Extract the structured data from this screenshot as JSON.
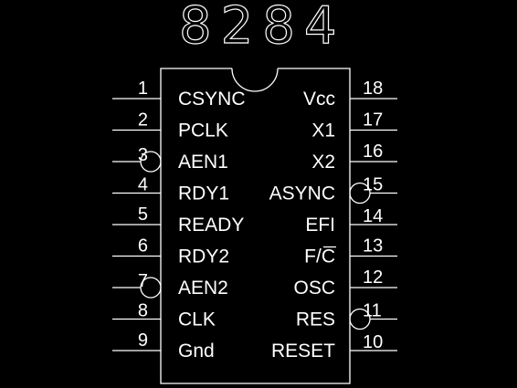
{
  "chip": {
    "title": "8284",
    "left_pins": [
      {
        "num": "1",
        "label": "CSYNC",
        "active_low": false
      },
      {
        "num": "2",
        "label": "PCLK",
        "active_low": false
      },
      {
        "num": "3",
        "label": "AEN1",
        "active_low": true
      },
      {
        "num": "4",
        "label": "RDY1",
        "active_low": false
      },
      {
        "num": "5",
        "label": "READY",
        "active_low": false
      },
      {
        "num": "6",
        "label": "RDY2",
        "active_low": false
      },
      {
        "num": "7",
        "label": "AEN2",
        "active_low": true
      },
      {
        "num": "8",
        "label": "CLK",
        "active_low": false
      },
      {
        "num": "9",
        "label": "Gnd",
        "active_low": false
      }
    ],
    "right_pins": [
      {
        "num": "18",
        "label": "Vcc",
        "active_low": false
      },
      {
        "num": "17",
        "label": "X1",
        "active_low": false
      },
      {
        "num": "16",
        "label": "X2",
        "active_low": false
      },
      {
        "num": "15",
        "label": "ASYNC",
        "active_low": true
      },
      {
        "num": "14",
        "label": "EFI",
        "active_low": false
      },
      {
        "num": "13",
        "label": "F/C",
        "active_low": false
      },
      {
        "num": "12",
        "label": "OSC",
        "active_low": false
      },
      {
        "num": "11",
        "label": "RES",
        "active_low": true
      },
      {
        "num": "10",
        "label": "RESET",
        "active_low": false
      }
    ]
  },
  "colors": {
    "background": "#000000",
    "foreground": "#ffffff"
  }
}
